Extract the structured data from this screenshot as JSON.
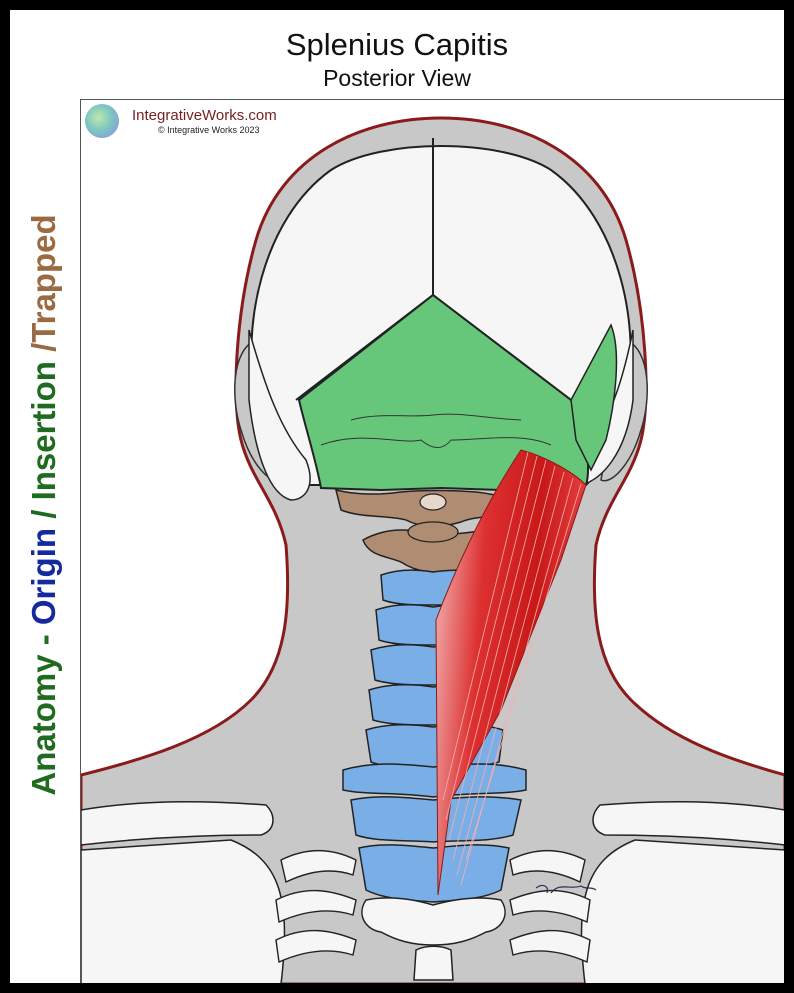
{
  "header": {
    "title": "Splenius Capitis",
    "subtitle": "Posterior View"
  },
  "side_label": {
    "part1": "Anatomy - ",
    "part2": "Origin",
    "part3": " / ",
    "part4": "Insertion",
    "part5": " /Trapped"
  },
  "branding": {
    "site": "IntegrativeWorks.com",
    "copyright": "© Integrative Works 2023"
  },
  "colors": {
    "anatomy": "#1f6b1f",
    "origin": "#142a9e",
    "insertion": "#1f6b1f",
    "trapped": "#9a6a42",
    "insertion_region": "#66c77a",
    "cervical_upper": "#b08d72",
    "cervical_lower": "#7aaee6",
    "muscle": "#d42020",
    "outline": "#8b1a1a"
  }
}
